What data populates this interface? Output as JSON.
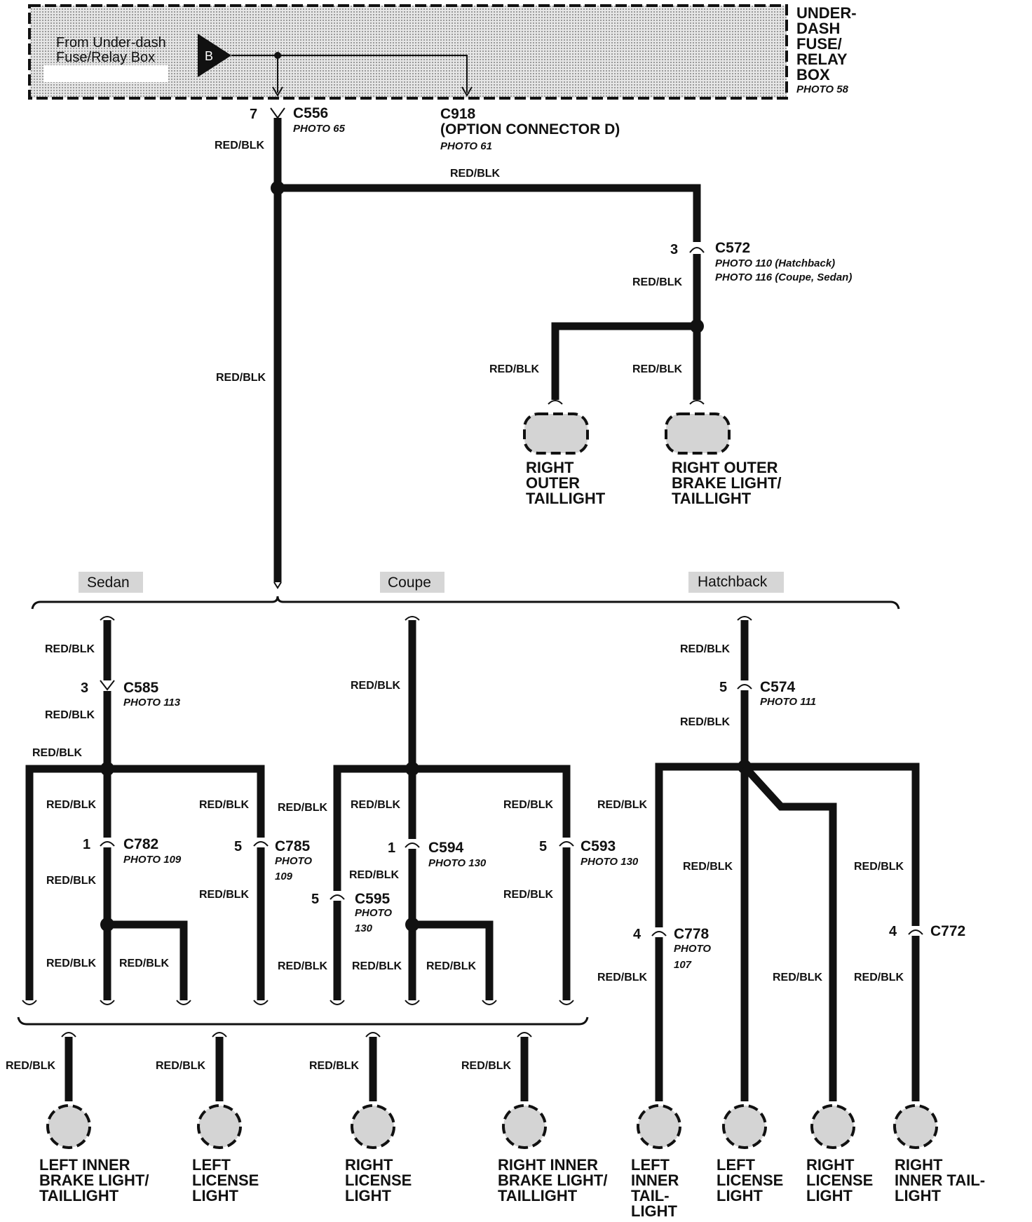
{
  "colors": {
    "ink": "#111111",
    "shade": "#d4d4d4"
  },
  "fuse_box": {
    "title_lines": [
      "UNDER-",
      "DASH",
      "FUSE/",
      "RELAY",
      "BOX"
    ],
    "photo": "PHOTO 58",
    "source_lines": [
      "From Under-dash",
      "Fuse/Relay Box"
    ],
    "terminal": "B"
  },
  "wire_color": "RED/BLK",
  "connectors": {
    "c556": {
      "name": "C556",
      "photo": "PHOTO 65",
      "pin": "7"
    },
    "c918": {
      "name": "C918",
      "desc": "(OPTION CONNECTOR D)",
      "photo": "PHOTO 61"
    },
    "c572": {
      "name": "C572",
      "pin": "3",
      "photo1": "PHOTO 110 (Hatchback)",
      "photo2": "PHOTO 116 (Coupe, Sedan)"
    },
    "c585": {
      "name": "C585",
      "pin": "3",
      "photo": "PHOTO 113"
    },
    "c782": {
      "name": "C782",
      "pin": "1",
      "photo": "PHOTO 109"
    },
    "c785": {
      "name": "C785",
      "pin": "5",
      "photo_lines": [
        "PHOTO",
        "109"
      ]
    },
    "c594": {
      "name": "C594",
      "pin": "1",
      "photo": "PHOTO 130"
    },
    "c595": {
      "name": "C595",
      "pin": "5",
      "photo_lines": [
        "PHOTO",
        "130"
      ]
    },
    "c593": {
      "name": "C593",
      "pin": "5",
      "photo": "PHOTO 130"
    },
    "c574": {
      "name": "C574",
      "pin": "5",
      "photo": "PHOTO 111"
    },
    "c778": {
      "name": "C778",
      "pin": "4",
      "photo_lines": [
        "PHOTO",
        "107"
      ]
    },
    "c772": {
      "name": "C772",
      "pin": "4"
    }
  },
  "variants": {
    "sedan": "Sedan",
    "coupe": "Coupe",
    "hatchback": "Hatchback"
  },
  "lights": {
    "right_outer_taillight": [
      "RIGHT",
      "OUTER",
      "TAILLIGHT"
    ],
    "right_outer_brake": [
      "RIGHT OUTER",
      "BRAKE LIGHT/",
      "TAILLIGHT"
    ],
    "sc_left_inner_brake": [
      "LEFT INNER",
      "BRAKE LIGHT/",
      "TAILLIGHT"
    ],
    "sc_left_license": [
      "LEFT",
      "LICENSE",
      "LIGHT"
    ],
    "sc_right_license": [
      "RIGHT",
      "LICENSE",
      "LIGHT"
    ],
    "sc_right_inner_brake": [
      "RIGHT INNER",
      "BRAKE LIGHT/",
      "TAILLIGHT"
    ],
    "hb_left_inner_tail": [
      "LEFT",
      "INNER",
      "TAIL-",
      "LIGHT"
    ],
    "hb_left_license": [
      "LEFT",
      "LICENSE",
      "LIGHT"
    ],
    "hb_right_license": [
      "RIGHT",
      "LICENSE",
      "LIGHT"
    ],
    "hb_right_inner_tail": [
      "RIGHT",
      "INNER TAIL-",
      "LIGHT"
    ]
  }
}
